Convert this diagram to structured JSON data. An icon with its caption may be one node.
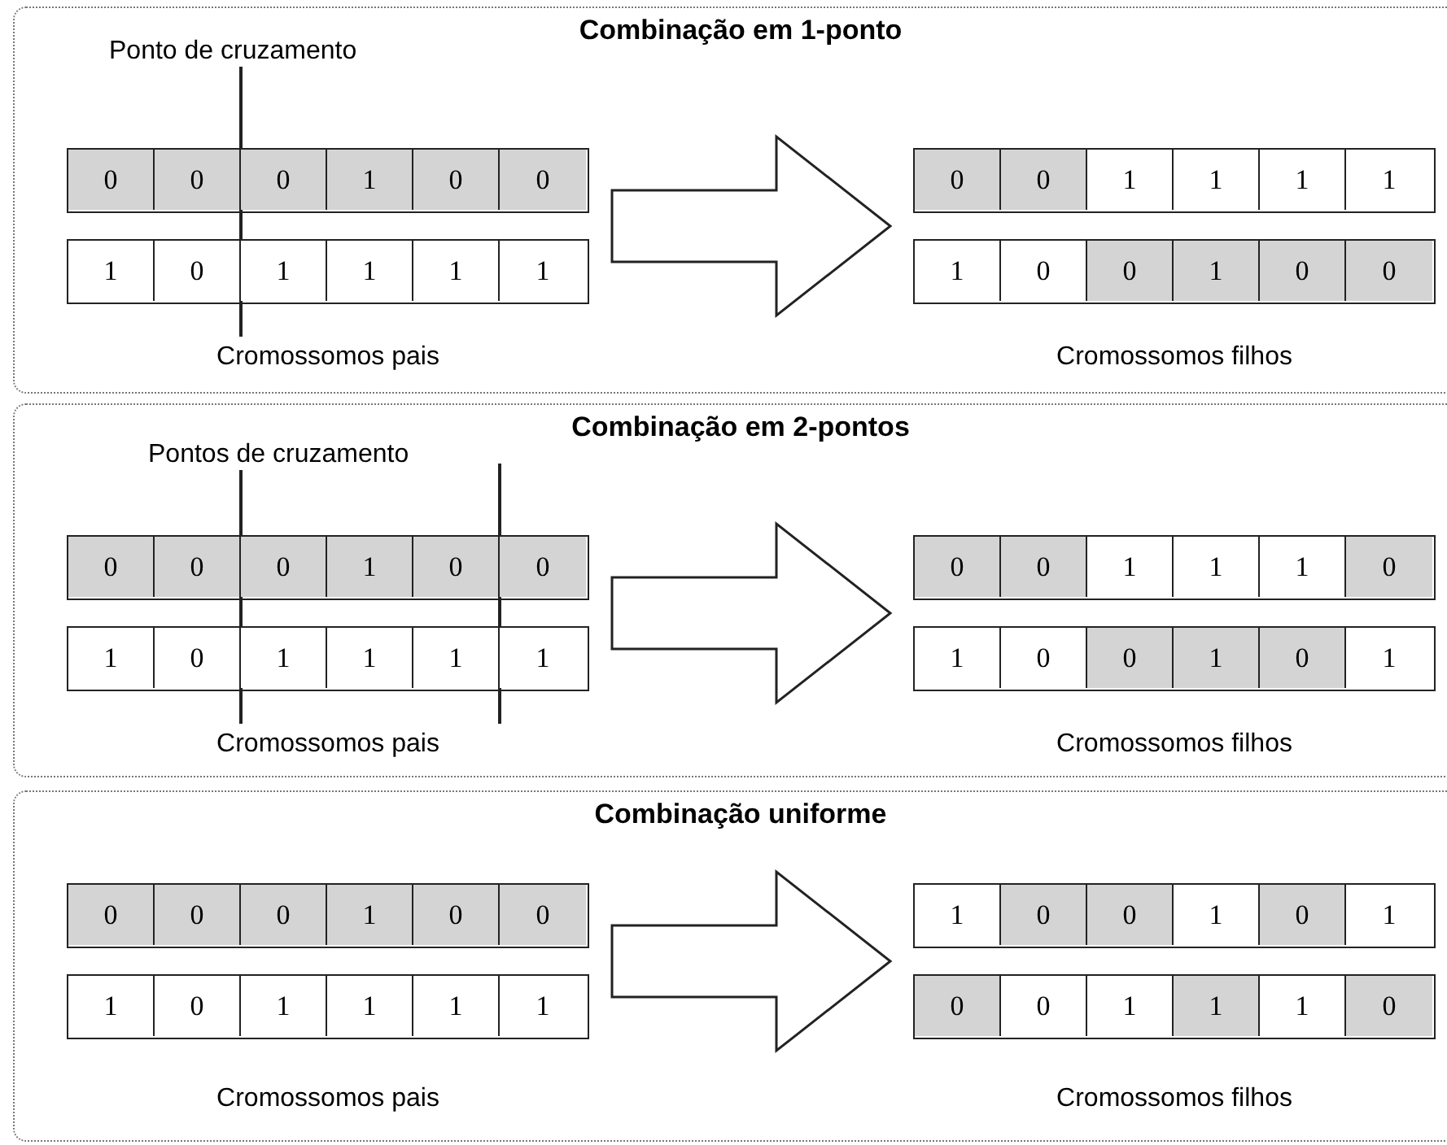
{
  "diagram": {
    "nodes": [
      {
        "text": [
          "Combinação em 1-ponto"
        ]
      },
      {
        "text": [
          "Cromossomos pais"
        ],
        "in": 0
      },
      {
        "text": [],
        "shape": "bar",
        "in": 1
      },
      {
        "text": [
          "0"
        ],
        "in": 2
      },
      {
        "text": [
          "0"
        ],
        "in": 2
      },
      {
        "text": [
          "0"
        ],
        "in": 2
      },
      {
        "text": [
          "1"
        ],
        "in": 2
      },
      {
        "text": [
          "0"
        ],
        "in": 2
      },
      {
        "text": [
          "0"
        ],
        "in": 2
      },
      {
        "text": [],
        "shape": "bar",
        "in": 1
      },
      {
        "text": [
          "1"
        ],
        "in": 9
      },
      {
        "text": [
          "0"
        ],
        "in": 9
      },
      {
        "text": [
          "1"
        ],
        "in": 9
      },
      {
        "text": [
          "1"
        ],
        "in": 9
      },
      {
        "text": [
          "1"
        ],
        "in": 9
      },
      {
        "text": [
          "1"
        ],
        "in": 9
      },
      {
        "text": [
          "Cromossomos filhos"
        ],
        "in": 0
      },
      {
        "text": [],
        "shape": "bar",
        "in": 16
      },
      {
        "text": [
          "0"
        ],
        "in": 17
      },
      {
        "text": [
          "0"
        ],
        "in": 17
      },
      {
        "text": [
          "1"
        ],
        "in": 17
      },
      {
        "text": [
          "1"
        ],
        "in": 17
      },
      {
        "text": [
          "1"
        ],
        "in": 17
      },
      {
        "text": [
          "1"
        ],
        "in": 17
      },
      {
        "text": [],
        "shape": "bar",
        "in": 16
      },
      {
        "text": [
          "1"
        ],
        "in": 24
      },
      {
        "text": [
          "0"
        ],
        "in": 24
      },
      {
        "text": [
          "0"
        ],
        "in": 24
      },
      {
        "text": [
          "1"
        ],
        "in": 24
      },
      {
        "text": [
          "0"
        ],
        "in": 24
      },
      {
        "text": [
          "0"
        ],
        "in": 24
      },
      {
        "text": [
          "Combinação em 2-pontos"
        ]
      },
      {
        "text": [
          "Cromossomos pais"
        ],
        "in": 31
      },
      {
        "text": [],
        "shape": "bar",
        "in": 32
      },
      {
        "text": [
          "0"
        ],
        "in": 33
      },
      {
        "text": [
          "0"
        ],
        "in": 33
      },
      {
        "text": [
          "0"
        ],
        "in": 33
      },
      {
        "text": [
          "1"
        ],
        "in": 33
      },
      {
        "text": [
          "0"
        ],
        "in": 33
      },
      {
        "text": [
          "0"
        ],
        "in": 33
      },
      {
        "text": [],
        "shape": "bar",
        "in": 32
      },
      {
        "text": [
          "1"
        ],
        "in": 40
      },
      {
        "text": [
          "0"
        ],
        "in": 40
      },
      {
        "text": [
          "1"
        ],
        "in": 40
      },
      {
        "text": [
          "1"
        ],
        "in": 40
      },
      {
        "text": [
          "1"
        ],
        "in": 40
      },
      {
        "text": [
          "1"
        ],
        "in": 40
      },
      {
        "text": [
          "Cromossomos filhos"
        ],
        "in": 31
      },
      {
        "text": [],
        "shape": "bar",
        "in": 47
      },
      {
        "text": [
          "0"
        ],
        "in": 48
      },
      {
        "text": [
          "0"
        ],
        "in": 48
      },
      {
        "text": [
          "1"
        ],
        "in": 48
      },
      {
        "text": [
          "1"
        ],
        "in": 48
      },
      {
        "text": [
          "1"
        ],
        "in": 48
      },
      {
        "text": [
          "0"
        ],
        "in": 48
      },
      {
        "text": [],
        "shape": "bar",
        "in": 47
      },
      {
        "text": [
          "1"
        ],
        "in": 55
      },
      {
        "text": [
          "0"
        ],
        "in": 55
      },
      {
        "text": [
          "0"
        ],
        "in": 55
      },
      {
        "text": [
          "1"
        ],
        "in": 55
      },
      {
        "text": [
          "0"
        ],
        "in": 55
      },
      {
        "text": [
          "1"
        ],
        "in": 55
      },
      {
        "text": [
          "Combinação uniforme"
        ]
      },
      {
        "text": [
          "Cromossomos pais"
        ],
        "in": 62
      },
      {
        "text": [],
        "shape": "bar",
        "in": 63
      },
      {
        "text": [
          "0"
        ],
        "in": 64
      },
      {
        "text": [
          "0"
        ],
        "in": 64
      },
      {
        "text": [
          "0"
        ],
        "in": 64
      },
      {
        "text": [
          "1"
        ],
        "in": 64
      },
      {
        "text": [
          "0"
        ],
        "in": 64
      },
      {
        "text": [
          "0"
        ],
        "in": 64
      },
      {
        "text": [],
        "shape": "bar",
        "in": 63
      },
      {
        "text": [
          "1"
        ],
        "in": 71
      },
      {
        "text": [
          "0"
        ],
        "in": 71
      },
      {
        "text": [
          "1"
        ],
        "in": 71
      },
      {
        "text": [
          "1"
        ],
        "in": 71
      },
      {
        "text": [
          "1"
        ],
        "in": 71
      },
      {
        "text": [
          "1"
        ],
        "in": 71
      },
      {
        "text": [
          "Cromossomos filhos"
        ],
        "in": 62
      },
      {
        "text": [],
        "shape": "bar",
        "in": 78
      },
      {
        "text": [
          "1"
        ],
        "in": 79
      },
      {
        "text": [
          "0"
        ],
        "in": 79
      },
      {
        "text": [
          "0"
        ],
        "in": 79
      },
      {
        "text": [
          "1"
        ],
        "in": 79
      },
      {
        "text": [
          "0"
        ],
        "in": 79
      },
      {
        "text": [
          "1"
        ],
        "in": 79
      },
      {
        "text": [],
        "shape": "bar",
        "in": 78
      },
      {
        "text": [
          "0"
        ],
        "in": 86
      },
      {
        "text": [
          "0"
        ],
        "in": 86
      },
      {
        "text": [
          "1"
        ],
        "in": 86
      },
      {
        "text": [
          "1"
        ],
        "in": 86
      },
      {
        "text": [
          "1"
        ],
        "in": 86
      },
      {
        "text": [
          "0"
        ],
        "in": 86
      }
    ],
    "edges": [
      {
        "from": 1,
        "to": 16,
        "arrow": "to",
        "style": "thick"
      },
      {
        "from": 32,
        "to": 47,
        "arrow": "to",
        "style": "thick"
      },
      {
        "from": 63,
        "to": 78,
        "arrow": "to",
        "style": "thick"
      }
    ],
    "labels": [
      "Ponto de cruzamento",
      "Pontos de cruzamento"
    ]
  }
}
